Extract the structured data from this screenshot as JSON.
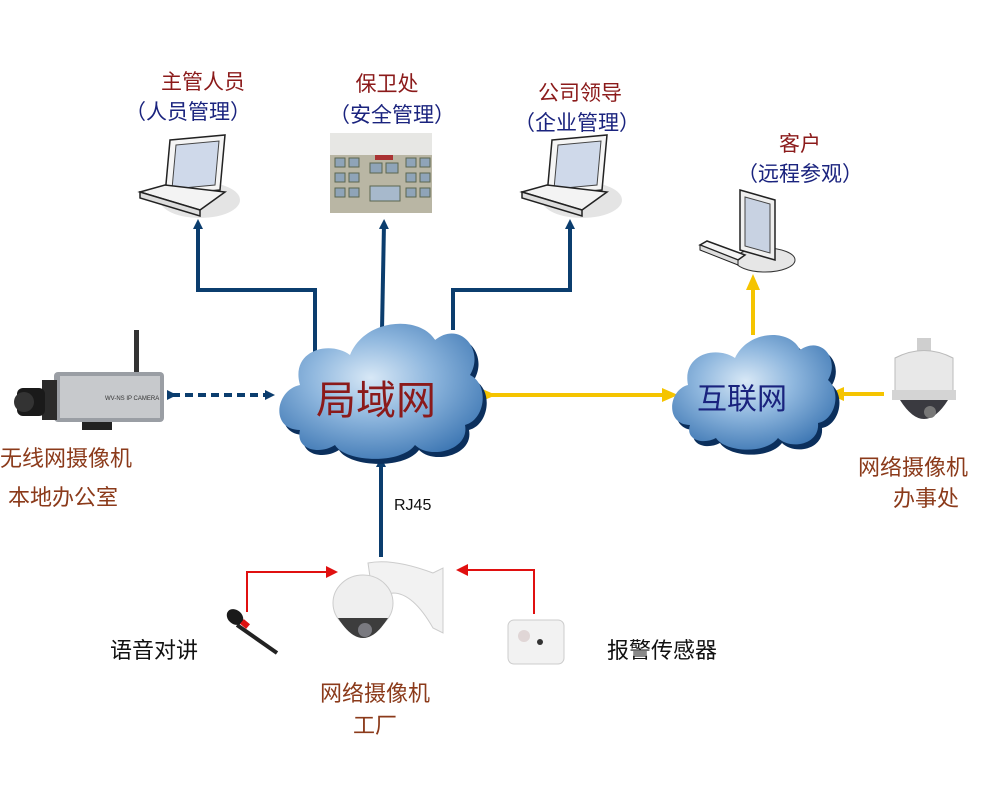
{
  "nodes": {
    "supervisor": {
      "title": "主管人员",
      "subtitle": "（人员管理）",
      "device": "laptop"
    },
    "security": {
      "title": "保卫处",
      "subtitle": "（安全管理）",
      "device": "monitor-wall-photo"
    },
    "leadership": {
      "title": "公司领导",
      "subtitle": "（企业管理）",
      "device": "laptop"
    },
    "customer": {
      "title": "客户",
      "subtitle": "（远程参观）",
      "device": "desktop-pc"
    },
    "lan": {
      "label": "局域网",
      "shape": "cloud"
    },
    "internet": {
      "label": "互联网",
      "shape": "cloud"
    },
    "wireless_camera": {
      "title": "无线网摄像机",
      "subtitle": "本地办公室",
      "device": "box-camera"
    },
    "office_camera": {
      "title": "网络摄像机",
      "subtitle": "办事处",
      "device": "dome-camera"
    },
    "factory_camera": {
      "title": "网络摄像机",
      "subtitle": "工厂",
      "device": "ptz-camera"
    },
    "intercom": {
      "label": "语音对讲",
      "device": "microphone"
    },
    "alarm_sensor": {
      "label": "报警传感器",
      "device": "sensor"
    }
  },
  "links": {
    "rj45_label": "RJ45",
    "camera_label": "WV-NS IP CAMERA"
  },
  "colors": {
    "lan_link": "#0b3d6e",
    "internet_link": "#f5c400",
    "peripheral_link": "#e01010",
    "title_red": "#8b1a1a",
    "subtitle_blue": "#1a237e",
    "cloud": "#5b93c7"
  }
}
